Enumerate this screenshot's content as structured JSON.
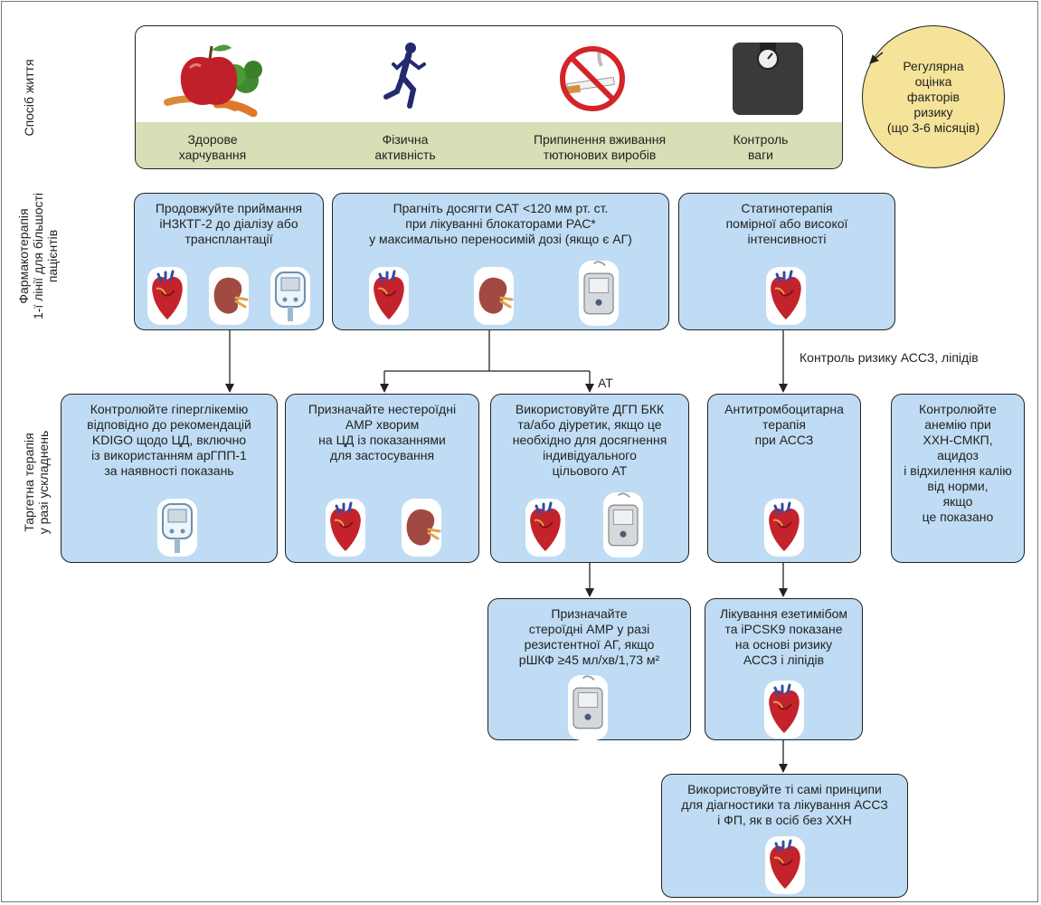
{
  "side_labels": {
    "lifestyle": "Спосіб життя",
    "pharma": "Фармакотерапія\n1-ї лінії для більшості\nпацієнтів",
    "targeted": "Таргетна терапія\nу разі ускладнень"
  },
  "lifestyle": {
    "items": [
      {
        "label": "Здорове\nхарчування",
        "icon": "healthy-food-icon"
      },
      {
        "label": "Фізична\nактивність",
        "icon": "running-person-icon"
      },
      {
        "label": "Припинення вживання\nтютюнових виробів",
        "icon": "no-smoking-icon"
      },
      {
        "label": "Контроль\nваги",
        "icon": "weight-scale-icon"
      }
    ]
  },
  "risk_circle": "Регулярна\nоцінка\nфакторів\nризику\n(що 3-6 місяців)",
  "boxes": {
    "sglt2": "Продовжуйте приймання\niНЗКТГ-2 до діалізу або\nтрансплантації",
    "sbp": "Прагніть досягти САТ <120 мм рт. ст.\nпри лікуванні блокаторами РАС*\nу максимально переносимій дозі (якщо є АГ)",
    "statin": "Статинотерапія\nпомірної або високої\nінтенсивності",
    "glycemia": "Контролюйте гіперглікемію\nвідповідно до рекомендацій\nKDIGO щодо ЦД, включно\nіз використанням арГПП-1\nза наявності показань",
    "nsmra": "Призначайте нестероїдні\nАМР хворим\nна ЦД із показаннями\nдля застосування",
    "dhp": "Використовуйте ДГП БКК\nта/або діуретик, якщо це\nнеобхідно для досягнення\nіндивідуального\nцільового АТ",
    "antiplatelet": "Антитромбоцитарна\nтерапія\nпри АССЗ",
    "anemia": "Контролюйте\nанемію при\nХХН-СМКП,\nацидоз\nі відхилення калію\nвід норми,\nякщо\nце показано",
    "steroid": "Призначайте\nстероїдні АМР у разі\nрезистентної АГ, якщо\nрШКФ ≥45 мл/хв/1,73 м²",
    "ezetimibe": "Лікування езетимібом\nта iPCSK9 показане\nна основі ризику\nАССЗ і ліпідів",
    "same": "Використовуйте ті самі принципи\nдля діагностики та лікування АССЗ\nі ФП, як в осіб без ХХН"
  },
  "flow_labels": {
    "at": "АТ",
    "risk_control": "Контроль ризику АССЗ, ліпідів"
  },
  "icons": {
    "heart": "heart-icon",
    "kidney": "kidney-icon",
    "glucometer": "glucometer-icon",
    "bp_monitor": "blood-pressure-monitor-icon"
  }
}
